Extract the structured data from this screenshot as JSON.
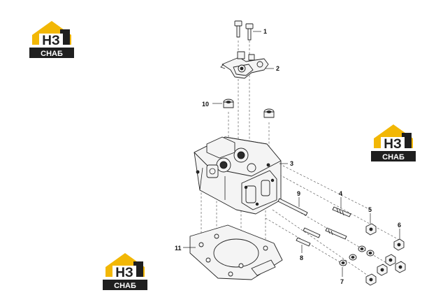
{
  "logo": {
    "mark": "НЗ",
    "caption": "СНАБ",
    "gold": "#F2B705",
    "dark": "#1f1f1f"
  },
  "callouts": [
    {
      "id": "c1",
      "label": "1"
    },
    {
      "id": "c2",
      "label": "2"
    },
    {
      "id": "c3",
      "label": "3"
    },
    {
      "id": "c4",
      "label": "4"
    },
    {
      "id": "c5",
      "label": "5"
    },
    {
      "id": "c6",
      "label": "6"
    },
    {
      "id": "c7",
      "label": "7"
    },
    {
      "id": "c8",
      "label": "8"
    },
    {
      "id": "c9",
      "label": "9"
    },
    {
      "id": "c10",
      "label": "10"
    },
    {
      "id": "c11",
      "label": "11"
    }
  ]
}
